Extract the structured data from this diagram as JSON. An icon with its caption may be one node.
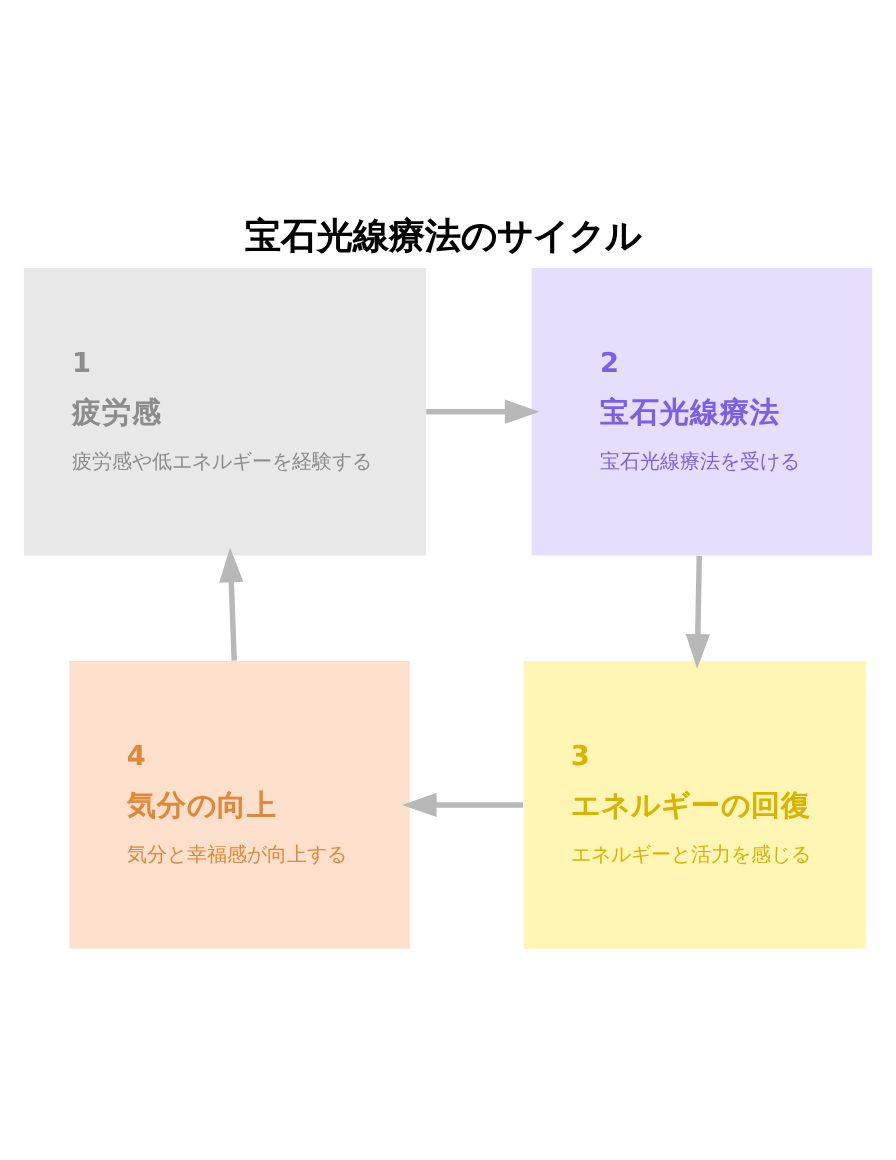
{
  "diagram": {
    "title": "宝石光線療法のサイクル",
    "nodes": [
      {
        "text": [
          "1",
          "疲労感",
          "疲労感や低エネルギーを経験する"
        ]
      },
      {
        "text": [
          "2",
          "宝石光線療法",
          "宝石光線療法を受ける"
        ]
      },
      {
        "text": [
          "3",
          "エネルギーの回復",
          "エネルギーと活力を感じる"
        ]
      },
      {
        "text": [
          "4",
          "気分の向上",
          "気分と幸福感が向上する"
        ]
      }
    ],
    "edges": [
      {
        "from": 0,
        "to": 1,
        "arrow": "to"
      },
      {
        "from": 1,
        "to": 2,
        "arrow": "to"
      },
      {
        "from": 2,
        "to": 3,
        "arrow": "to"
      },
      {
        "from": 3,
        "to": 0,
        "arrow": "to"
      }
    ]
  }
}
